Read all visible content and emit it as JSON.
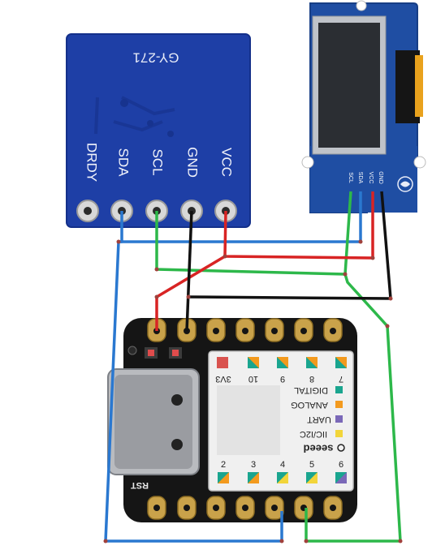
{
  "sensor": {
    "model": "GY-271",
    "pins": [
      "DRDY",
      "SDA",
      "SCL",
      "GND",
      "VCC"
    ]
  },
  "display": {
    "pins": [
      "SCL",
      "SDA",
      "VCC",
      "GND"
    ]
  },
  "xiao": {
    "brand": "seeed",
    "rst": "RST",
    "top_pins": [
      "3V3",
      "10",
      "9",
      "8",
      "7"
    ],
    "bottom_pins": [
      "2",
      "3",
      "4",
      "5",
      "6"
    ],
    "legend": [
      {
        "label": "DIGITAL",
        "color": "#1aa58f"
      },
      {
        "label": "ANALOG",
        "color": "#f39a1e"
      },
      {
        "label": "UART",
        "color": "#7a68b8"
      },
      {
        "label": "IIC/I2C",
        "color": "#f2d53a"
      }
    ]
  },
  "wire_colors": {
    "sda": "#2a78d0",
    "scl": "#2db84a",
    "vcc": "#d82424",
    "gnd": "#111111"
  }
}
